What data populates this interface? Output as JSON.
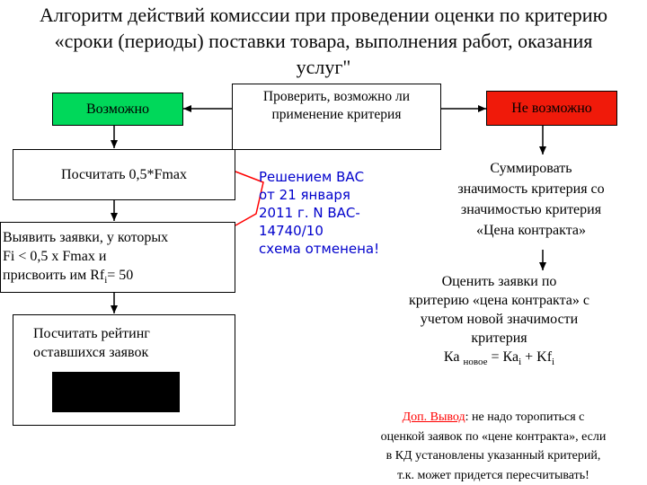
{
  "title": {
    "line1": "Алгоритм действий комиссии при проведении оценки по критерию",
    "line2": "«сроки (периоды) поставки товара, выполнения работ, оказания",
    "line3": "услуг\""
  },
  "colors": {
    "possible": "#00d85a",
    "not_possible": "#f01a0a",
    "stamp": "#0000cc",
    "highlight": "#ff0000"
  },
  "boxes": {
    "possible": "Возможно",
    "check_line1": "Проверить, возможно ли",
    "check_line2": "применение критерия",
    "not_possible": "Не возможно",
    "calc": "Посчитать 0,5*Fmax",
    "identify_line1": "Выявить заявки, у которых",
    "identify_line2": "Fi < 0,5 x Fmax  и",
    "identify_line3a": "присвоить им Rf",
    "identify_sub": "i",
    "identify_line3b": "= 50",
    "rating_line1": "Посчитать рейтинг",
    "rating_line2": "оставшихся заявок"
  },
  "stamp": {
    "line1": "Решением ВАС",
    "line2": "от 21 января",
    "line3": "2011 г. N ВАС-",
    "line4": "14740/10",
    "line5": "схема отменена!"
  },
  "sum": {
    "line1": "Суммировать",
    "line2": "значимость критерия со",
    "line3": "значимостью критерия",
    "line4": "«Цена контракта»"
  },
  "evaluate": {
    "line1": "Оценить заявки по",
    "line2": "критерию «цена контракта» с",
    "line3": "учетом новой значимости",
    "line4": "критерия",
    "formula_ka": "Ка ",
    "formula_sub_new": "новое",
    "formula_eq": " = Ка",
    "formula_sub_i": "i",
    "formula_plus": " + Kf",
    "formula_sub_i2": "i"
  },
  "note": {
    "label": "Доп. Вывод",
    "line1_rest": ": не надо торопиться с",
    "line2": "оценкой заявок по «цене контракта», если",
    "line3": "в КД установлены указанный критерий,",
    "line4": "т.к. может придется пересчитывать!"
  }
}
